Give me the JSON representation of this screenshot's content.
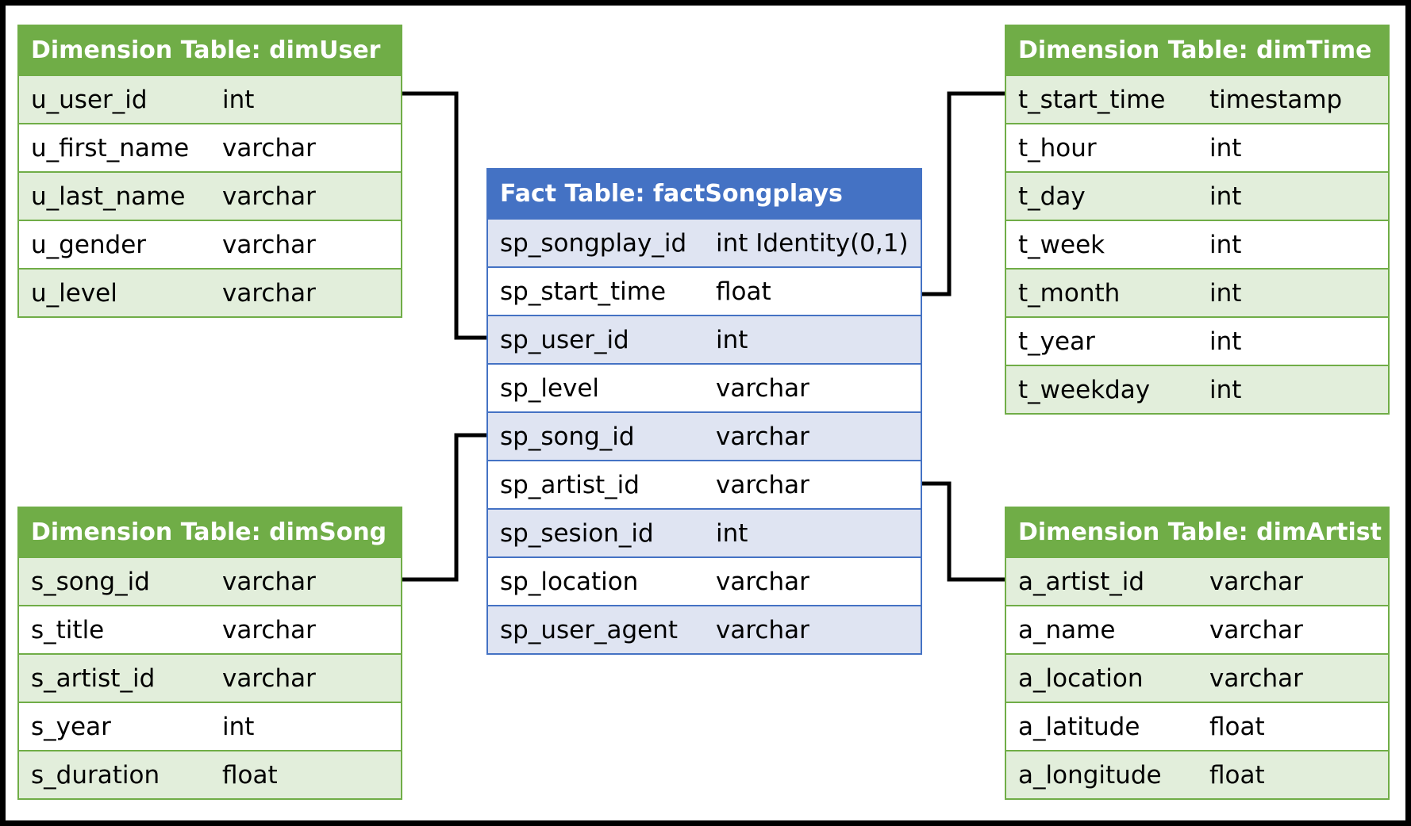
{
  "dimUser": {
    "title": "Dimension Table: dimUser",
    "rows": [
      {
        "name": "u_user_id",
        "type": "int"
      },
      {
        "name": "u_first_name",
        "type": "varchar"
      },
      {
        "name": "u_last_name",
        "type": "varchar"
      },
      {
        "name": "u_gender",
        "type": "varchar"
      },
      {
        "name": "u_level",
        "type": "varchar"
      }
    ]
  },
  "dimTime": {
    "title": "Dimension Table: dimTime",
    "rows": [
      {
        "name": "t_start_time",
        "type": "timestamp"
      },
      {
        "name": "t_hour",
        "type": "int"
      },
      {
        "name": "t_day",
        "type": "int"
      },
      {
        "name": "t_week",
        "type": "int"
      },
      {
        "name": "t_month",
        "type": "int"
      },
      {
        "name": "t_year",
        "type": "int"
      },
      {
        "name": "t_weekday",
        "type": "int"
      }
    ]
  },
  "fact": {
    "title": "Fact Table: factSongplays",
    "rows": [
      {
        "name": "sp_songplay_id",
        "type": "int Identity(0,1)"
      },
      {
        "name": "sp_start_time",
        "type": "float"
      },
      {
        "name": "sp_user_id",
        "type": "int"
      },
      {
        "name": "sp_level",
        "type": "varchar"
      },
      {
        "name": "sp_song_id",
        "type": "varchar"
      },
      {
        "name": "sp_artist_id",
        "type": "varchar"
      },
      {
        "name": "sp_sesion_id",
        "type": "int"
      },
      {
        "name": "sp_location",
        "type": "varchar"
      },
      {
        "name": "sp_user_agent",
        "type": "varchar"
      }
    ]
  },
  "dimSong": {
    "title": "Dimension Table: dimSong",
    "rows": [
      {
        "name": "s_song_id",
        "type": "varchar"
      },
      {
        "name": "s_title",
        "type": "varchar"
      },
      {
        "name": "s_artist_id",
        "type": "varchar"
      },
      {
        "name": "s_year",
        "type": "int"
      },
      {
        "name": "s_duration",
        "type": "float"
      }
    ]
  },
  "dimArtist": {
    "title": "Dimension Table: dimArtist",
    "rows": [
      {
        "name": "a_artist_id",
        "type": "varchar"
      },
      {
        "name": "a_name",
        "type": "varchar"
      },
      {
        "name": "a_location",
        "type": "varchar"
      },
      {
        "name": "a_latitude",
        "type": "float"
      },
      {
        "name": "a_longitude",
        "type": "float"
      }
    ]
  },
  "colors": {
    "dimension": "#70ad47",
    "dimension_row_alt": "#e2eedb",
    "fact": "#4472c4",
    "fact_row_alt": "#dfe4f2",
    "connector": "#000000"
  }
}
